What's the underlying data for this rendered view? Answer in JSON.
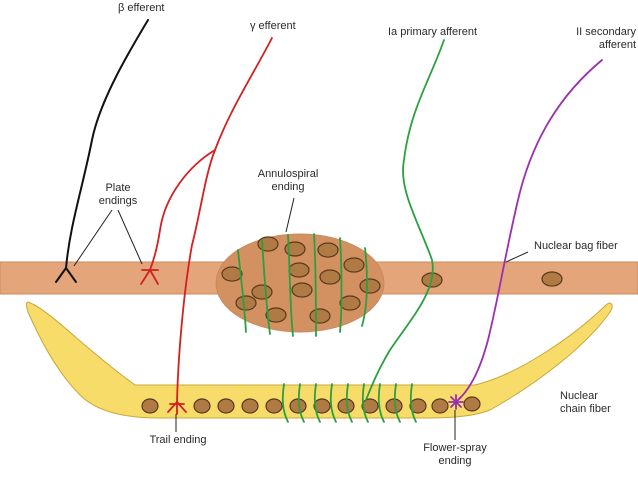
{
  "labels": {
    "beta_efferent": "β efferent",
    "gamma_efferent": "γ efferent",
    "ia_primary_afferent": "Ia primary afferent",
    "ii_secondary_afferent_line1": "II secondary",
    "ii_secondary_afferent_line2": "afferent",
    "plate_endings_line1": "Plate",
    "plate_endings_line2": "endings",
    "annulospiral_line1": "Annulospiral",
    "annulospiral_line2": "ending",
    "nuclear_bag_fiber": "Nuclear bag fiber",
    "nuclear_chain_line1": "Nuclear",
    "nuclear_chain_line2": "chain fiber",
    "trail_ending": "Trail ending",
    "flower_spray_line1": "Flower-spray",
    "flower_spray_line2": "ending"
  },
  "colors": {
    "background": "#ffffff",
    "bag_fiber": "#e4a57a",
    "bag_fiber_edge": "#c98a60",
    "bag_bulge": "#d39060",
    "nucleus_fill": "#b07a45",
    "nucleus_edge": "#5a3a1c",
    "chain_fiber": "#f7dc6a",
    "chain_fiber_edge": "#c9a83a",
    "beta_efferent": "#111111",
    "gamma_efferent": "#d42020",
    "ia_afferent": "#2aa040",
    "ii_afferent": "#9a2fb0",
    "pointer": "#222222"
  }
}
